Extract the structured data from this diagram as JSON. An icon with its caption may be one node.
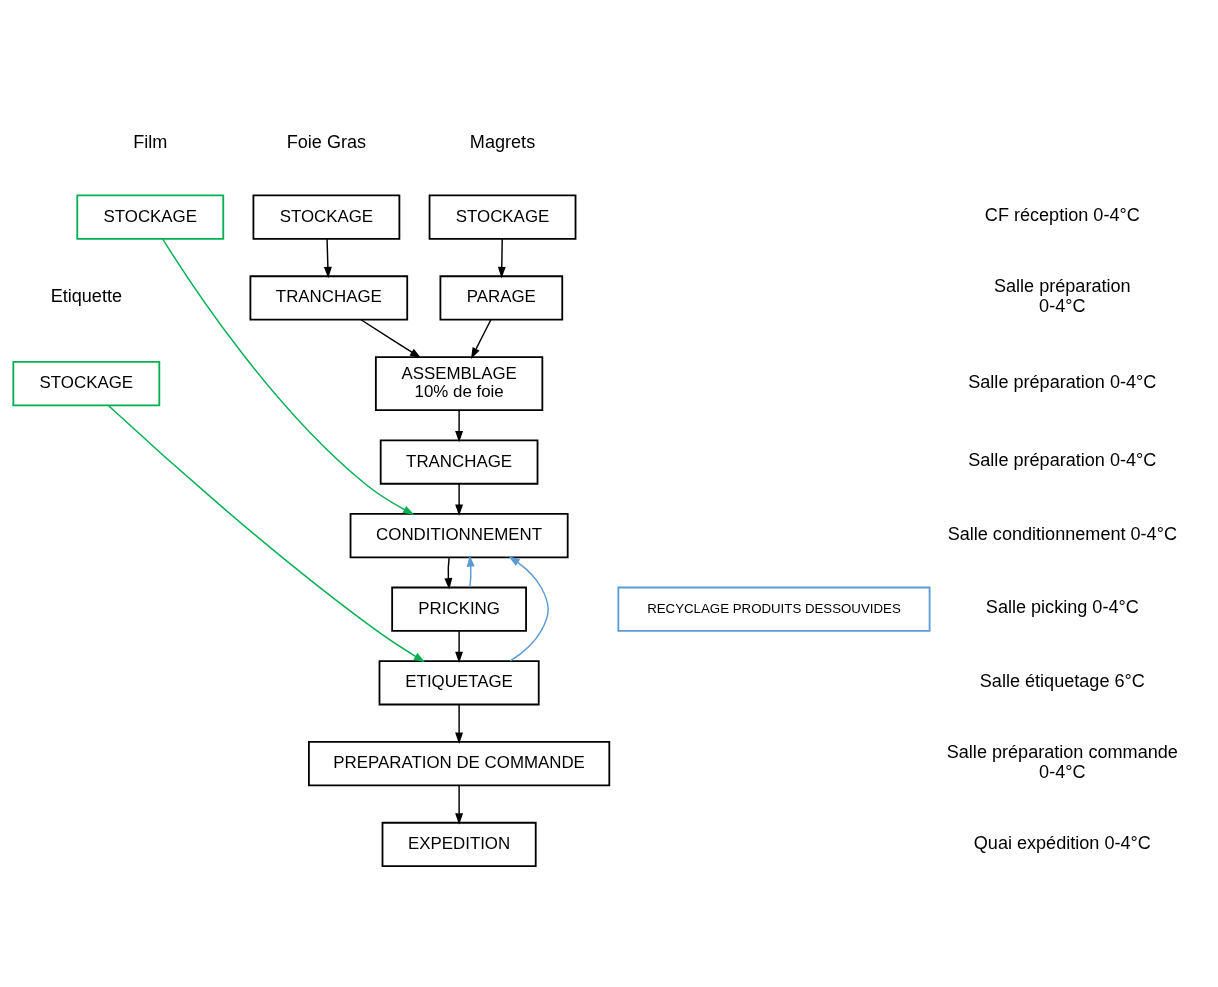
{
  "diagram": {
    "nodes": [
      {
        "text": [
          "STOCKAGE"
        ]
      },
      {
        "text": [
          "STOCKAGE"
        ]
      },
      {
        "text": [
          "STOCKAGE"
        ]
      },
      {
        "text": [
          "PARAGE"
        ]
      },
      {
        "text": [
          "TRANCHAGE"
        ]
      },
      {
        "text": [
          "STOCKAGE"
        ]
      },
      {
        "text": [
          "ASSEMBLAGE",
          "10% de foie"
        ]
      },
      {
        "text": [
          "TRANCHAGE"
        ]
      },
      {
        "text": [
          "CONDITIONNEMENT"
        ]
      },
      {
        "text": [
          "RECYCLAGE PRODUITS DESSOUVIDES"
        ]
      },
      {
        "text": [
          "PRICKING"
        ]
      },
      {
        "text": [
          "ETIQUETAGE"
        ]
      },
      {
        "text": [
          "PREPARATION DE COMMANDE"
        ]
      },
      {
        "text": [
          "EXPEDITION"
        ]
      }
    ],
    "edges": [
      {
        "from": 0,
        "to": 3,
        "arrow": "to"
      },
      {
        "from": 1,
        "to": 4,
        "arrow": "to"
      },
      {
        "from": 3,
        "to": 6,
        "arrow": "to"
      },
      {
        "from": 4,
        "to": 6,
        "arrow": "to"
      },
      {
        "from": 6,
        "to": 7,
        "arrow": "to"
      },
      {
        "from": 7,
        "to": 8,
        "arrow": "to"
      },
      {
        "from": 2,
        "to": 8,
        "arrow": "to",
        "color": "#00b050"
      },
      {
        "from": 8,
        "to": 10,
        "arrow": "to"
      },
      {
        "from": 10,
        "to": 8,
        "arrow": "to",
        "color": "#5b9bd5"
      },
      {
        "from": 11,
        "to": 8,
        "arrow": "to",
        "color": "#5b9bd5"
      },
      {
        "from": 10,
        "to": 11,
        "arrow": "to"
      },
      {
        "from": 5,
        "to": 11,
        "arrow": "to",
        "color": "#00b050"
      },
      {
        "from": 11,
        "to": 12,
        "arrow": "to"
      },
      {
        "from": 12,
        "to": 13,
        "arrow": "to"
      }
    ],
    "labels": [
      "Magrets",
      "Foie Gras",
      "Film",
      "CF réception 0-4°C",
      "Salle préparation 0-4°C",
      "Etiquette",
      "Salle préparation 0-4°C",
      "Salle préparation 0-4°C",
      "Salle conditionnement 0-4°C",
      "Salle picking 0-4°C",
      "Salle étiquetage 6°C",
      "Salle préparation commande 0-4°C",
      "Quai expédition 0-4°C"
    ]
  }
}
